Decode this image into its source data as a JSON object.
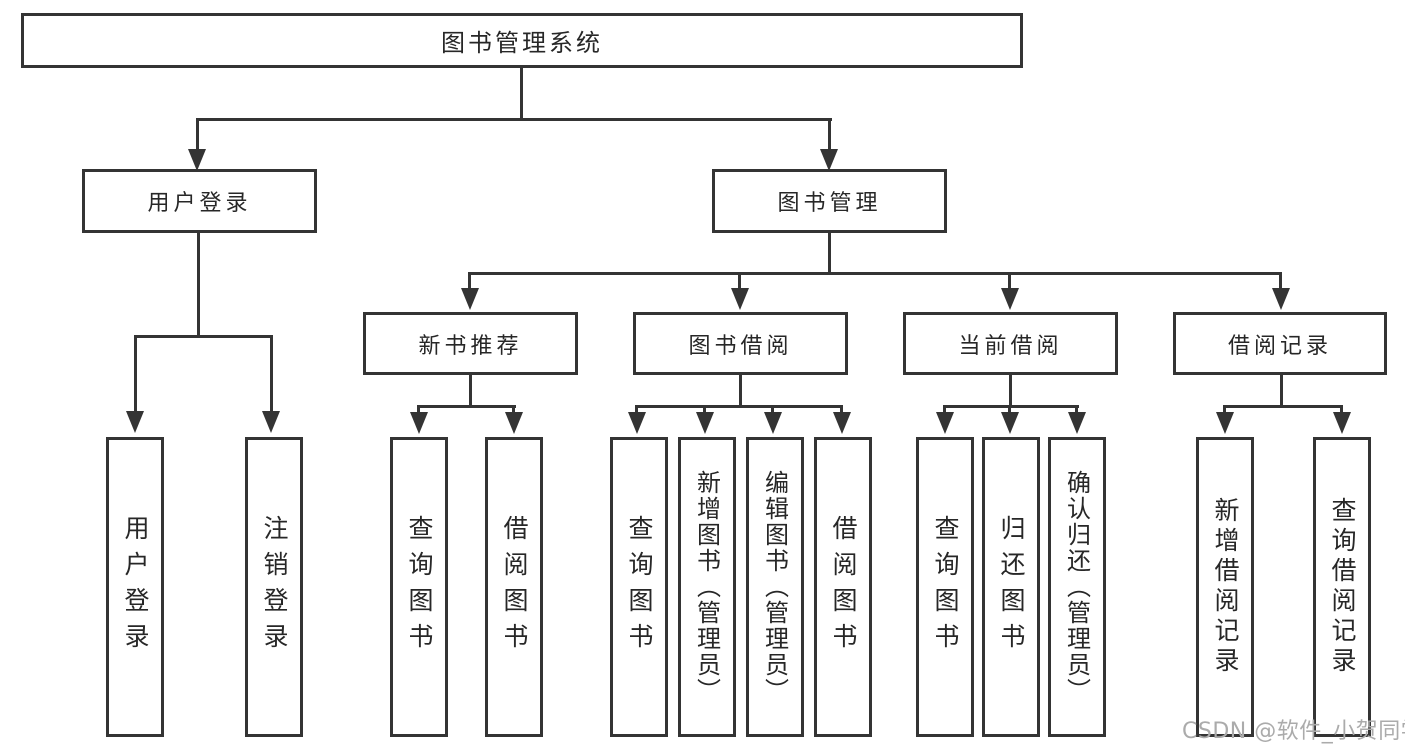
{
  "colors": {
    "line": "#343434",
    "text": "#272727",
    "watermark": "#ababab"
  },
  "tree": {
    "label": "图书管理系统",
    "children": [
      {
        "label": "用户登录",
        "children": [
          {
            "label": "用户登录"
          },
          {
            "label": "注销登录"
          }
        ]
      },
      {
        "label": "图书管理",
        "children": [
          {
            "label": "新书推荐",
            "children": [
              {
                "label": "查询图书"
              },
              {
                "label": "借阅图书"
              }
            ]
          },
          {
            "label": "图书借阅",
            "children": [
              {
                "label": "查询图书"
              },
              {
                "label": "新增图书（管理员）"
              },
              {
                "label": "编辑图书（管理员）"
              },
              {
                "label": "借阅图书"
              }
            ]
          },
          {
            "label": "当前借阅",
            "children": [
              {
                "label": "查询图书"
              },
              {
                "label": "归还图书"
              },
              {
                "label": "确认归还（管理员）"
              }
            ]
          },
          {
            "label": "借阅记录",
            "children": [
              {
                "label": "新增借阅记录"
              },
              {
                "label": "查询借阅记录"
              }
            ]
          }
        ]
      }
    ]
  },
  "watermark": {
    "text": "CSDN @软件_小贺同学"
  }
}
